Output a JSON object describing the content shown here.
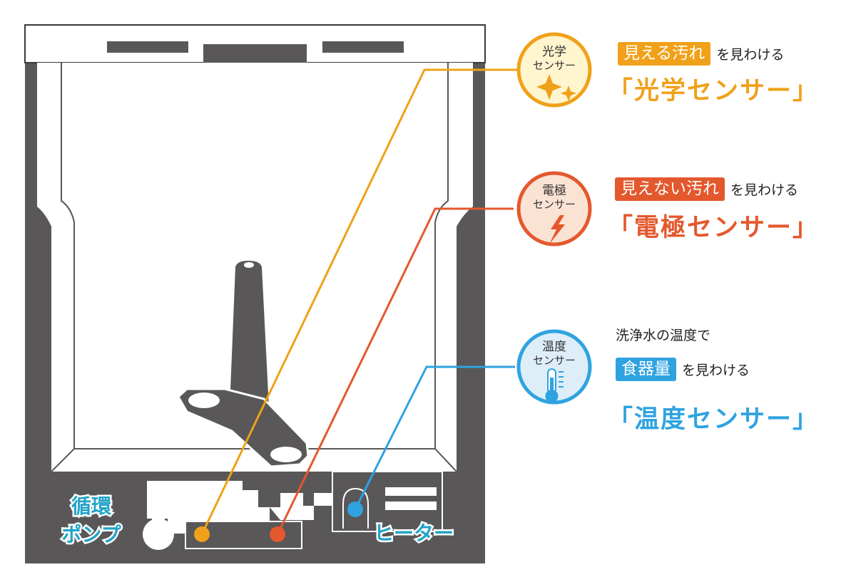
{
  "colors": {
    "optical": "#f0a119",
    "electrode": "#e4582d",
    "thermal": "#2fa3e0",
    "machine": "#595757",
    "label_teal": "#22a3c8"
  },
  "sensors": {
    "optical": {
      "circle_line1": "光学",
      "circle_line2": "センサー",
      "icon": "sparkle-icon",
      "tag": "見える汚れ",
      "tag_suffix": "を見わける",
      "big": "「光学センサー」"
    },
    "electrode": {
      "circle_line1": "電極",
      "circle_line2": "センサー",
      "icon": "lightning-icon",
      "tag": "見えない汚れ",
      "tag_suffix": "を見わける",
      "big": "「電極センサー」"
    },
    "thermal": {
      "circle_line1": "温度",
      "circle_line2": "センサー",
      "icon": "thermometer-icon",
      "pre_line": "洗浄水の温度で",
      "tag": "食器量",
      "tag_suffix": "を見わける",
      "big": "「温度センサー」"
    }
  },
  "parts": {
    "pump_line1": "循環",
    "pump_line2": "ポンプ",
    "heater": "ヒーター"
  }
}
